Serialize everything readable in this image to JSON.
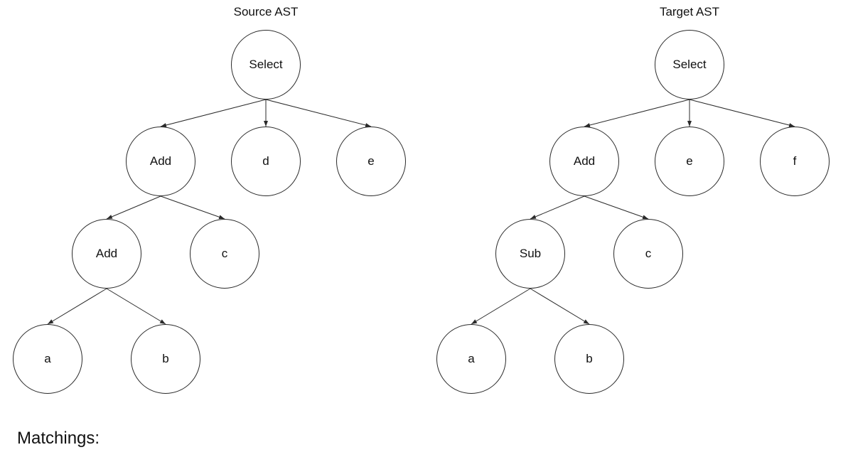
{
  "source_ast": {
    "title": "Source AST",
    "nodes": [
      {
        "id": "select",
        "label": "Select"
      },
      {
        "id": "add-outer",
        "label": "Add"
      },
      {
        "id": "d",
        "label": "d"
      },
      {
        "id": "e",
        "label": "e"
      },
      {
        "id": "add-inner",
        "label": "Add"
      },
      {
        "id": "c",
        "label": "c"
      },
      {
        "id": "a",
        "label": "a"
      },
      {
        "id": "b",
        "label": "b"
      }
    ],
    "edges": [
      {
        "from": "select",
        "to": "add-outer"
      },
      {
        "from": "select",
        "to": "d"
      },
      {
        "from": "select",
        "to": "e"
      },
      {
        "from": "add-outer",
        "to": "add-inner"
      },
      {
        "from": "add-outer",
        "to": "c"
      },
      {
        "from": "add-inner",
        "to": "a"
      },
      {
        "from": "add-inner",
        "to": "b"
      }
    ]
  },
  "target_ast": {
    "title": "Target AST",
    "nodes": [
      {
        "id": "select",
        "label": "Select"
      },
      {
        "id": "add",
        "label": "Add"
      },
      {
        "id": "e",
        "label": "e"
      },
      {
        "id": "f",
        "label": "f"
      },
      {
        "id": "sub",
        "label": "Sub"
      },
      {
        "id": "c",
        "label": "c"
      },
      {
        "id": "a",
        "label": "a"
      },
      {
        "id": "b",
        "label": "b"
      }
    ],
    "edges": [
      {
        "from": "select",
        "to": "add"
      },
      {
        "from": "select",
        "to": "e"
      },
      {
        "from": "select",
        "to": "f"
      },
      {
        "from": "add",
        "to": "sub"
      },
      {
        "from": "add",
        "to": "c"
      },
      {
        "from": "sub",
        "to": "a"
      },
      {
        "from": "sub",
        "to": "b"
      }
    ]
  },
  "matchings": {
    "label": "Matchings:"
  },
  "colors": {
    "stroke": "#2a2a2a",
    "text": "#111111",
    "background": "#ffffff"
  }
}
